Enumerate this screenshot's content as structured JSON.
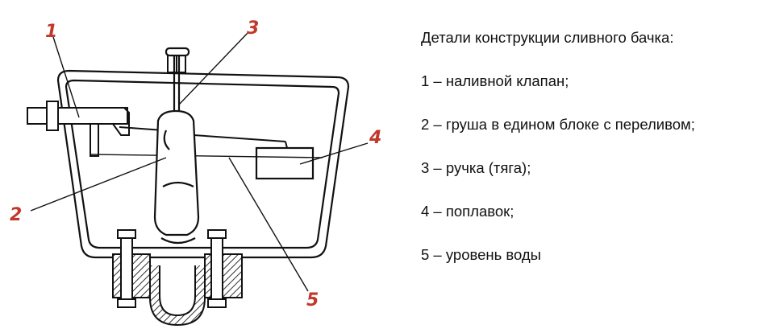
{
  "diagram": {
    "callouts": [
      "1",
      "2",
      "3",
      "4",
      "5"
    ],
    "colors": {
      "callout": "#c0392b",
      "line": "#111111",
      "hatch": "#333333"
    }
  },
  "legend": {
    "title": "Детали конструкции сливного бачка:",
    "items": [
      "1 – наливной клапан;",
      "2 – груша в едином блоке с переливом;",
      "3 – ручка (тяга);",
      "4 – поплавок;",
      "5 – уровень воды"
    ]
  }
}
